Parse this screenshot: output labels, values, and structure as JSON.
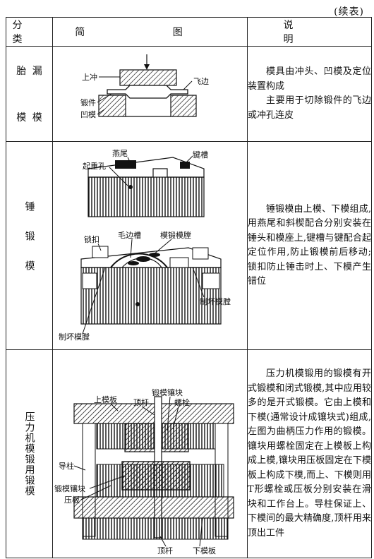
{
  "continued": "(续表)",
  "header": {
    "category": "分 类",
    "figure": "简 图",
    "description": "说 明"
  },
  "rows": [
    {
      "category": [
        "胎",
        "漏",
        "模",
        "模"
      ],
      "labels": {
        "upper_punch": "上冲",
        "forging": "锻件",
        "die": "凹模",
        "flash": "飞边"
      },
      "description": [
        "模具由冲头、凹模及定位装置构成",
        "主要用于切除锻件的飞边或冲孔连皮"
      ]
    },
    {
      "category": "锤锻模",
      "labels": {
        "dovetail": "燕尾",
        "lifting_hole": "起重孔",
        "key_slot": "键槽",
        "lock": "锁扣",
        "flash_groove": "毛边槽",
        "cavity": "模锻模膛",
        "preform_cavity_right": "制坏模膛",
        "preform_cavity_left": "制坏模膛"
      },
      "description": [
        "锤锻模由上模、下模组成,用燕尾和斜楔配合分别安装在锤头和模座上,键槽与键配合起定位作用,防止锻模前后移动;锁扣防止锤击时上、下模产生错位"
      ]
    },
    {
      "category": "压力机模锻用锻模",
      "labels": {
        "insert_top": "锻模镶块",
        "ejector_top": "顶杆",
        "bolt": "螺栓",
        "upper_plate": "上模板",
        "guide_post": "导柱",
        "insert": "锻模镶块",
        "clamp": "压板",
        "ejector_bottom": "顶杆",
        "lower_plate": "下模板"
      },
      "description": [
        "压力机模锻用的锻模有开式锻模和闭式锻模,其中应用较多的是开式锻模。它由上模和下模(通常设计成镶块式)组成,左图为曲柄压力作用的锻模。镶块用螺栓固定在上模板上构成上模,镶块用压板固定在下模板上构成下模,而上、下模则用T形螺栓或压板分别安装在滑块和工作台上。导柱保证上、下模间的最大精确度,顶杆用来顶出工件"
      ]
    }
  ]
}
